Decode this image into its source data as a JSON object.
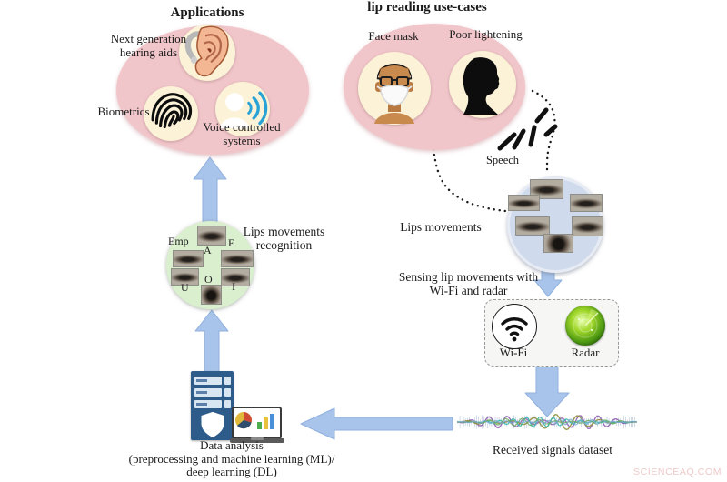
{
  "titles": {
    "applications": "Applications",
    "use_cases": "lip reading use-cases"
  },
  "applications": {
    "hearing_aids_line1": "Next generation",
    "hearing_aids_line2": "hearing aids",
    "biometrics": "Biometrics",
    "voice_line1": "Voice controlled",
    "voice_line2": "systems"
  },
  "use_cases": {
    "face_mask": "Face mask",
    "poor_lightening": "Poor lightening",
    "speech": "Speech"
  },
  "flow": {
    "lips_movements": "Lips movements",
    "sensing_line1": "Sensing lip movements with",
    "sensing_line2": "Wi-Fi and radar",
    "wifi": "Wi-Fi",
    "radar": "Radar",
    "signals": "Received signals dataset",
    "analysis_line1": "Data analysis",
    "analysis_line2": "(preprocessing and machine learning (ML)/",
    "analysis_line3": "deep learning (DL)"
  },
  "recognition": {
    "label_line1": "Lips movements",
    "label_line2": "recognition",
    "phonemes": [
      "Emp",
      "A",
      "E",
      "U",
      "O",
      "I"
    ]
  },
  "watermark": "SCIENCEAQ.COM",
  "colors": {
    "pink_ellipse": "#f1c6ca",
    "cream_circle": "#fbf2d7",
    "green_circle": "#d9efcd",
    "blue_circle": "#cfdaec",
    "arrow": "#a9c4ea",
    "server_blue": "#2e5c8a",
    "radar_green": "#4f9a12",
    "wave_colors": [
      "#8e63b0",
      "#8f8f3c",
      "#35b8ae",
      "#6fae5f",
      "#7aa7d8"
    ]
  }
}
